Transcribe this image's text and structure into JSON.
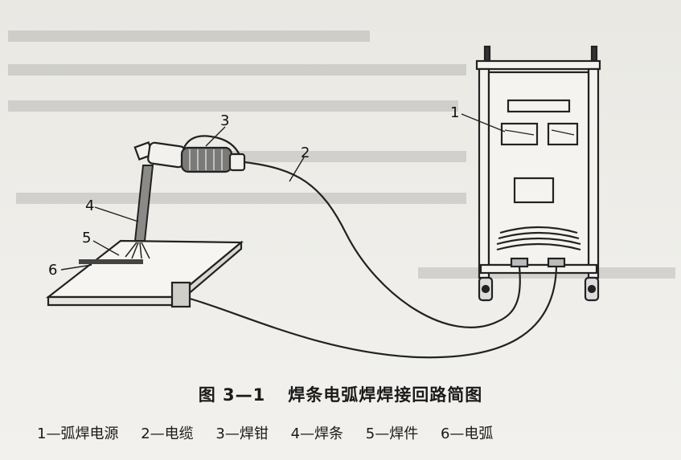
{
  "figure": {
    "number": "图 3—1",
    "title": "焊条电弧焊焊接回路简图"
  },
  "labels": {
    "power_source": "1",
    "cable": "2",
    "holder": "3",
    "electrode": "4",
    "workpiece": "5",
    "arc": "6"
  },
  "legend": [
    "1—弧焊电源",
    "2—电缆",
    "3—焊钳",
    "4—焊条",
    "5—焊件",
    "6—电弧"
  ]
}
